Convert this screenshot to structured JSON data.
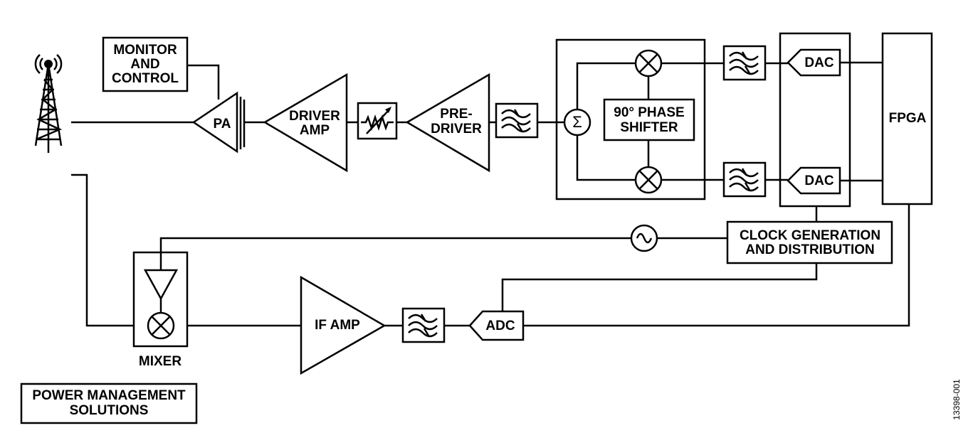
{
  "blocks": {
    "monitor": [
      "MONITOR",
      "AND",
      "CONTROL"
    ],
    "pa": "PA",
    "driver_amp": [
      "DRIVER",
      "AMP"
    ],
    "pre_driver": [
      "PRE-",
      "DRIVER"
    ],
    "phase_shifter": [
      "90° PHASE",
      "SHIFTER"
    ],
    "dac_top": "DAC",
    "dac_bottom": "DAC",
    "fpga": "FPGA",
    "clock": [
      "CLOCK GENERATION",
      "AND DISTRIBUTION"
    ],
    "mixer": "MIXER",
    "if_amp": "IF AMP",
    "adc": "ADC",
    "power": [
      "POWER MANAGEMENT",
      "SOLUTIONS"
    ],
    "sigma": "Σ"
  },
  "figure_id": "13398-001",
  "icons": [
    "antenna-tower-icon",
    "attenuator-icon",
    "filter-icon",
    "mixer-icon",
    "oscillator-icon",
    "summer-icon"
  ]
}
